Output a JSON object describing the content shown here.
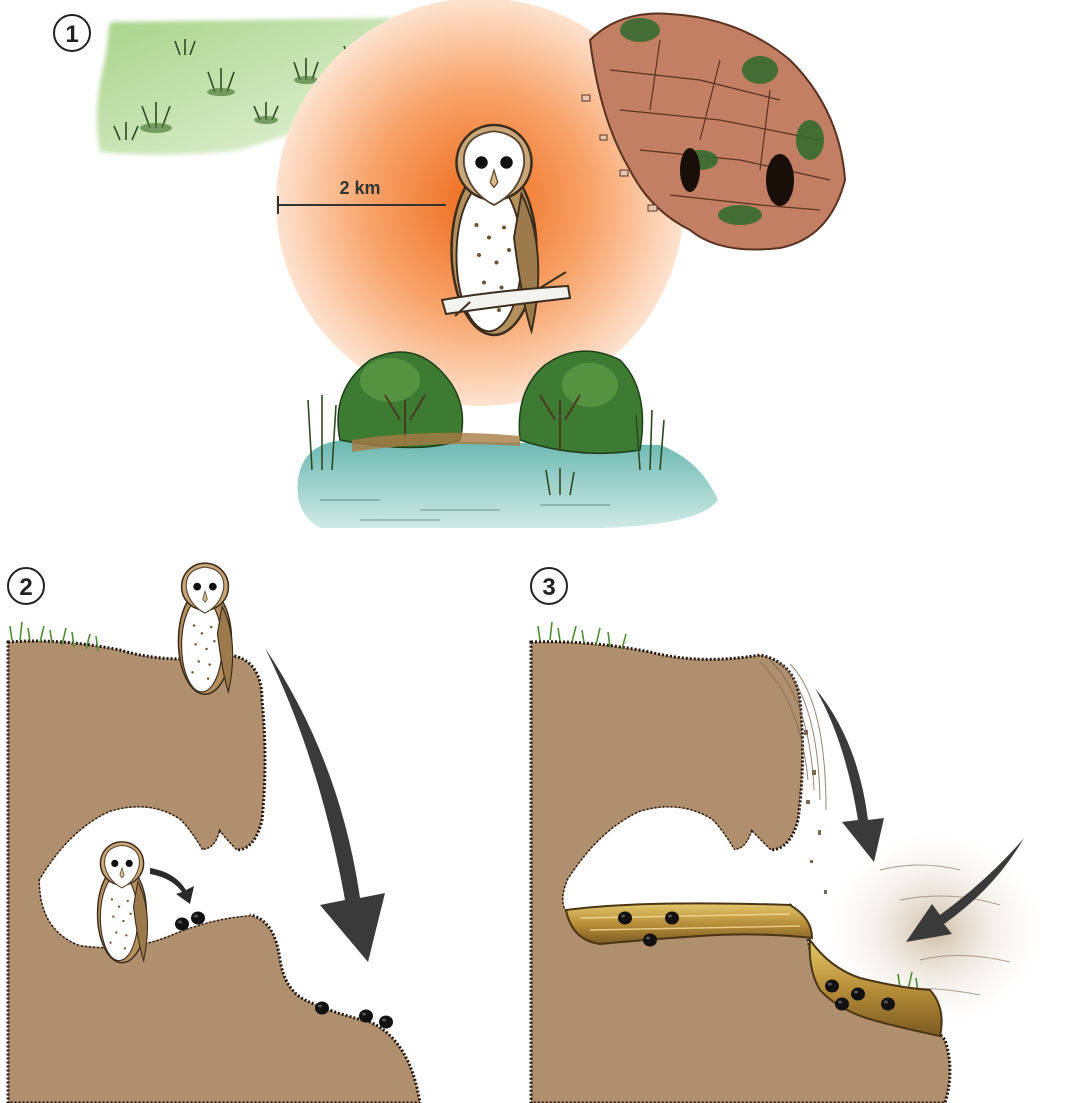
{
  "panels": [
    {
      "number": "1"
    },
    {
      "number": "2"
    },
    {
      "number": "3"
    }
  ],
  "panel1": {
    "distance_label": "2 km"
  },
  "colors": {
    "soil": "#b08f6e",
    "soil_edge": "#2a2018",
    "halo_inner": "#f07a2a",
    "halo_outer": "#fde0cc",
    "grass": "#7fb86a",
    "water": "#7fc4bf",
    "arrow": "#3a3a3a",
    "pellet": "#1a1a1a",
    "sediment": "#c9a44a"
  },
  "icons": {
    "owl": "barn-owl-icon",
    "pellet": "owl-pellet-icon",
    "arrow": "arrow-icon"
  }
}
